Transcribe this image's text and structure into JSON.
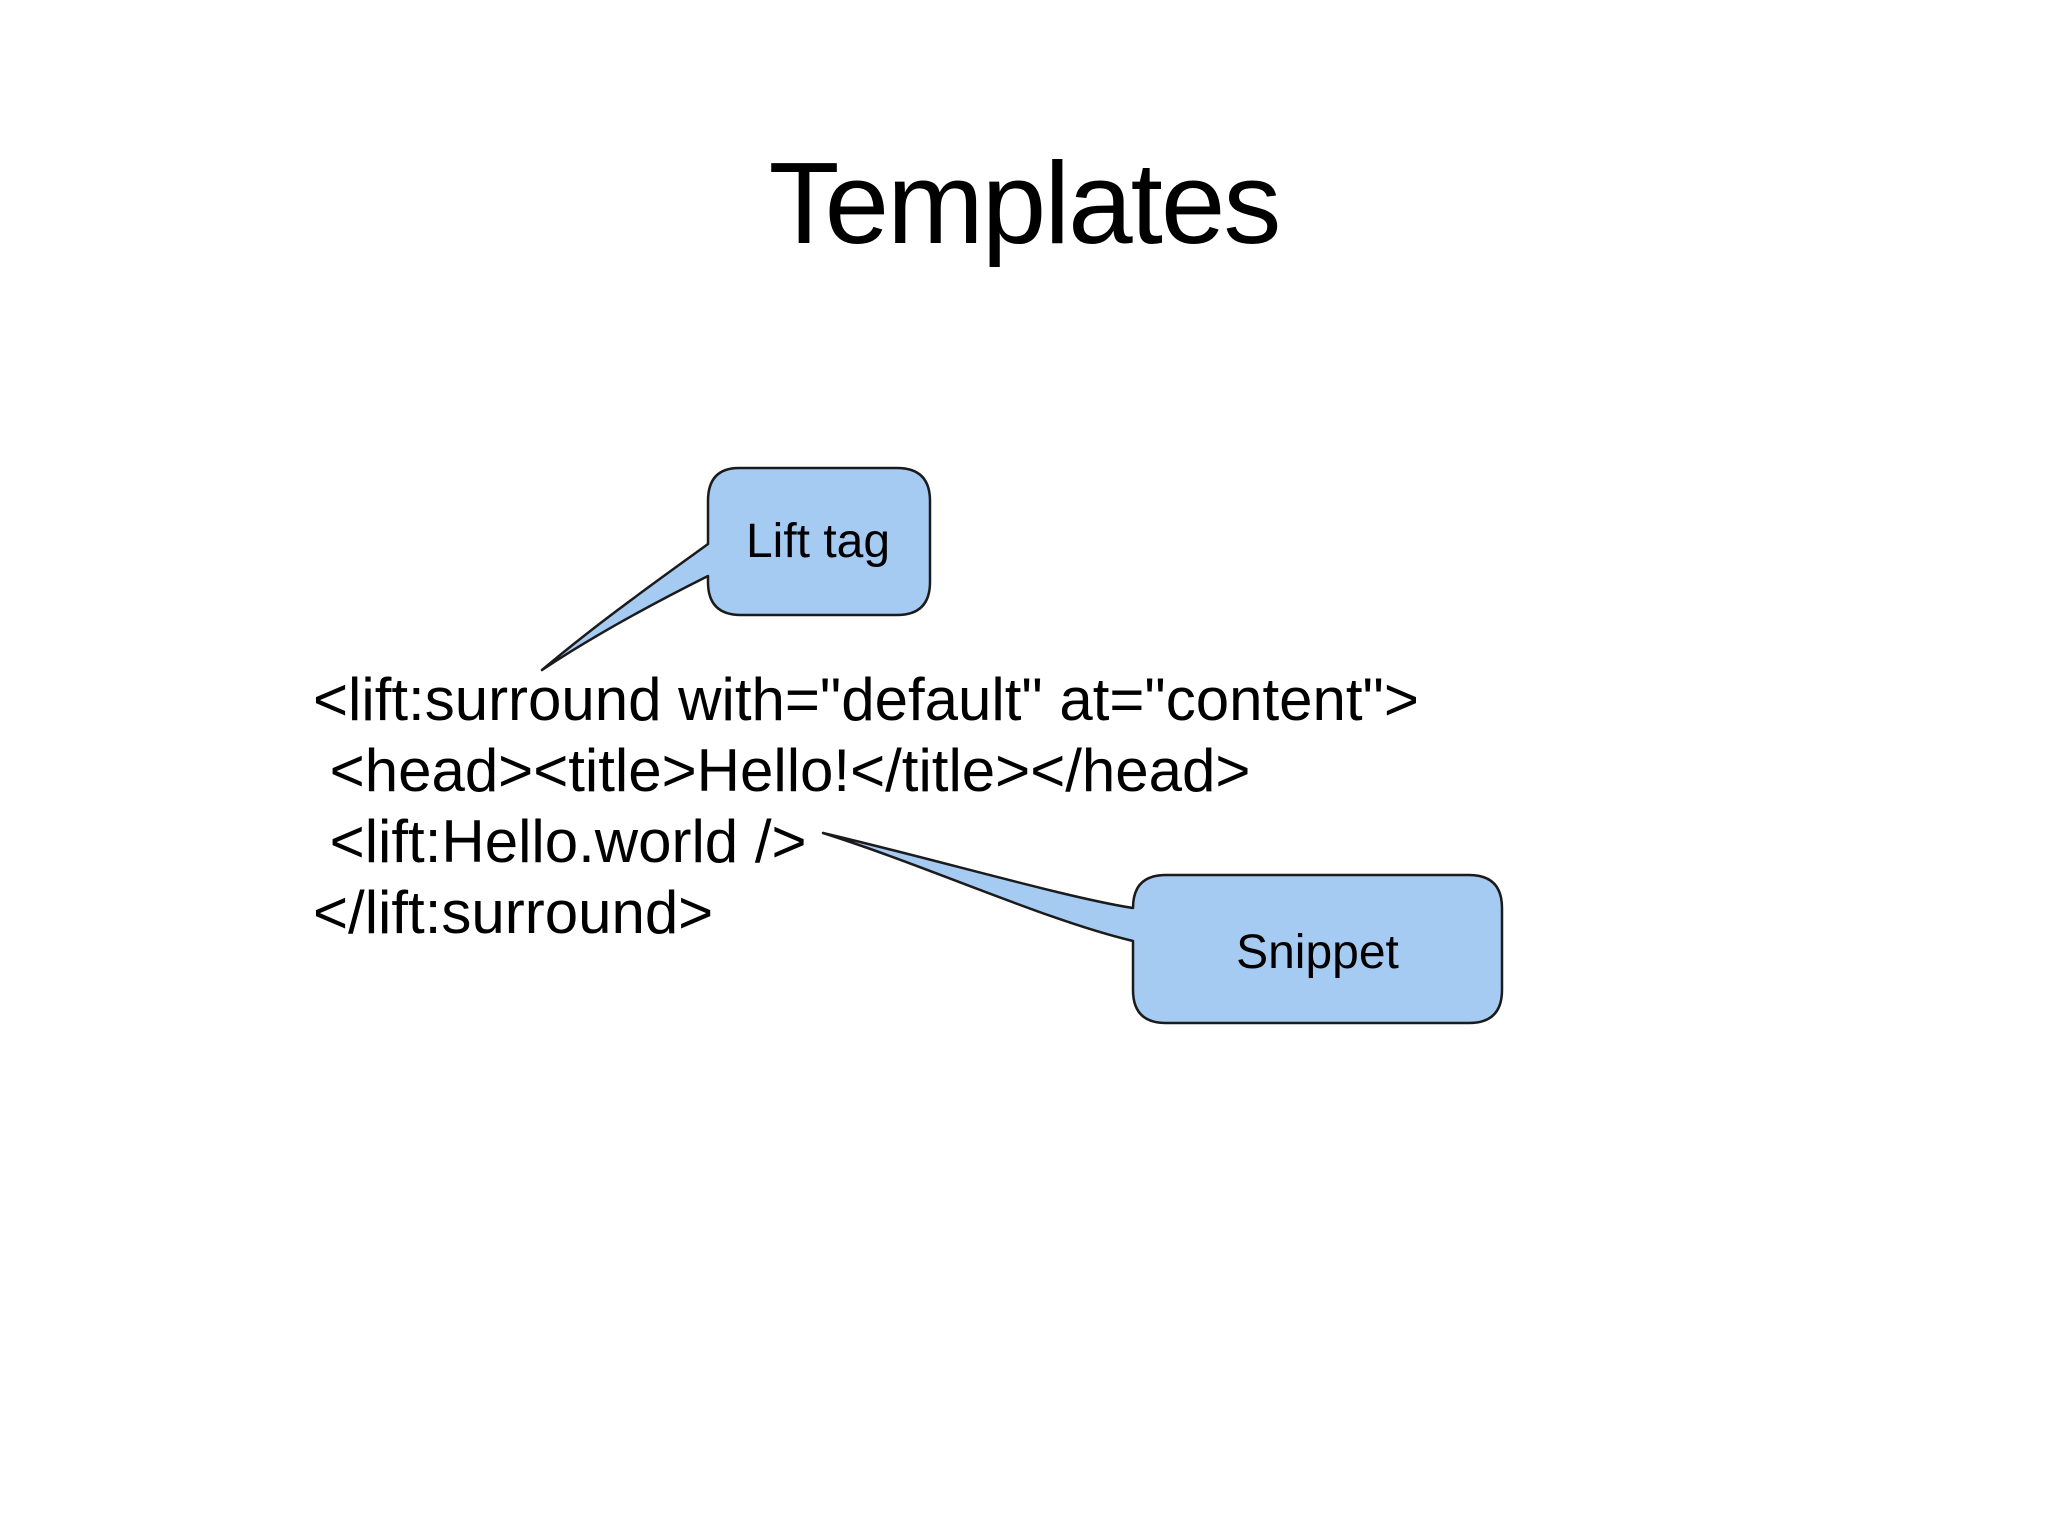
{
  "title": "Templates",
  "code": {
    "lines": [
      "<lift:surround with=\"default\" at=\"content\">",
      " <head><title>Hello!</title></head>",
      " <lift:Hello.world />",
      "</lift:surround>"
    ]
  },
  "callouts": {
    "lift_tag": {
      "label": "Lift tag"
    },
    "snippet": {
      "label": "Snippet"
    }
  },
  "colors": {
    "callout_fill": "#A6CBF2",
    "callout_stroke": "#1B1B1B",
    "text_color": "#000000",
    "background": "#FFFFFF"
  }
}
